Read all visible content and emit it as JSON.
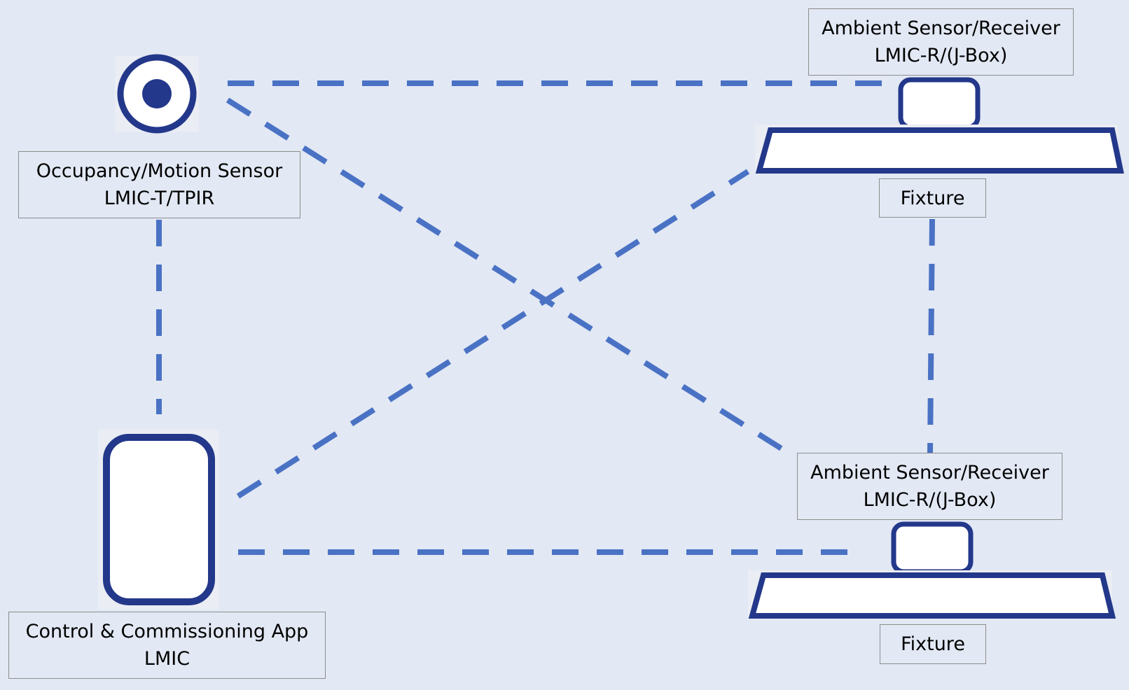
{
  "colors": {
    "background": "#e2e8f4",
    "connector": "#4a72c4",
    "device_outline": "#23388a",
    "device_fill": "#ffffff",
    "label_border": "#8d8d8d"
  },
  "nodes": {
    "occupancy_sensor": {
      "icon": "occupancy-sensor-icon",
      "title": "Occupancy/Motion Sensor",
      "model": "LMIC-T/TPIR"
    },
    "control_app": {
      "icon": "phone-app-icon",
      "title": "Control & Commissioning App",
      "model": "LMIC"
    },
    "ambient_receiver_top": {
      "icon": "receiver-box-icon",
      "title": "Ambient Sensor/Receiver",
      "model": "LMIC-R/(J-Box)"
    },
    "ambient_receiver_bottom": {
      "icon": "receiver-box-icon",
      "title": "Ambient Sensor/Receiver",
      "model": "LMIC-R/(J-Box)"
    },
    "fixture_top": {
      "icon": "light-fixture-icon",
      "label": "Fixture"
    },
    "fixture_bottom": {
      "icon": "light-fixture-icon",
      "label": "Fixture"
    }
  },
  "connections": [
    {
      "from": "occupancy_sensor",
      "to": "ambient_receiver_top",
      "style": "dashed"
    },
    {
      "from": "occupancy_sensor",
      "to": "ambient_receiver_bottom",
      "style": "dashed"
    },
    {
      "from": "occupancy_sensor",
      "to": "control_app",
      "style": "dashed"
    },
    {
      "from": "control_app",
      "to": "fixture_top",
      "style": "dashed"
    },
    {
      "from": "control_app",
      "to": "ambient_receiver_bottom",
      "style": "dashed"
    },
    {
      "from": "fixture_top",
      "to": "ambient_receiver_bottom",
      "style": "dashed"
    }
  ]
}
